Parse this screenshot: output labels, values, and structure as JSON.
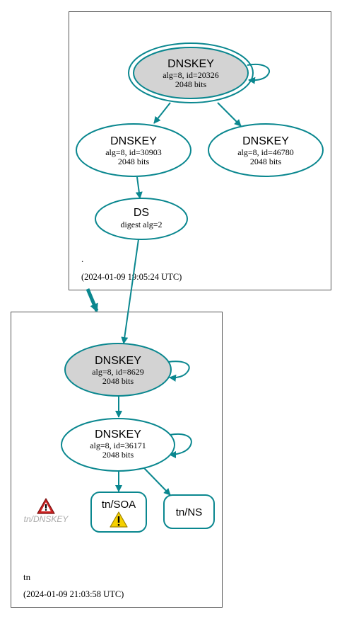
{
  "colors": {
    "edge": "#0a878f",
    "zone_border": "#555555",
    "node_fill_ksk": "#d3d3d3",
    "node_fill": "#ffffff",
    "warn_red": "#cc2222",
    "warn_yellow": "#f5d000",
    "muted_text": "#aaaaaa"
  },
  "zones": {
    "root": {
      "name": ".",
      "timestamp": "(2024-01-09 19:05:24 UTC)",
      "nodes": {
        "ksk": {
          "title": "DNSKEY",
          "line1": "alg=8, id=20326",
          "line2": "2048 bits"
        },
        "zsk1": {
          "title": "DNSKEY",
          "line1": "alg=8, id=30903",
          "line2": "2048 bits"
        },
        "zsk2": {
          "title": "DNSKEY",
          "line1": "alg=8, id=46780",
          "line2": "2048 bits"
        },
        "ds": {
          "title": "DS",
          "line1": "digest alg=2"
        }
      }
    },
    "tn": {
      "name": "tn",
      "timestamp": "(2024-01-09 21:03:58 UTC)",
      "nodes": {
        "ksk": {
          "title": "DNSKEY",
          "line1": "alg=8, id=8629",
          "line2": "2048 bits"
        },
        "zsk": {
          "title": "DNSKEY",
          "line1": "alg=8, id=36171",
          "line2": "2048 bits"
        },
        "soa": {
          "title": "tn/SOA",
          "icon": "warning-icon"
        },
        "ns": {
          "title": "tn/NS"
        },
        "error": {
          "title": "tn/DNSKEY",
          "icon": "error-icon"
        }
      }
    }
  }
}
